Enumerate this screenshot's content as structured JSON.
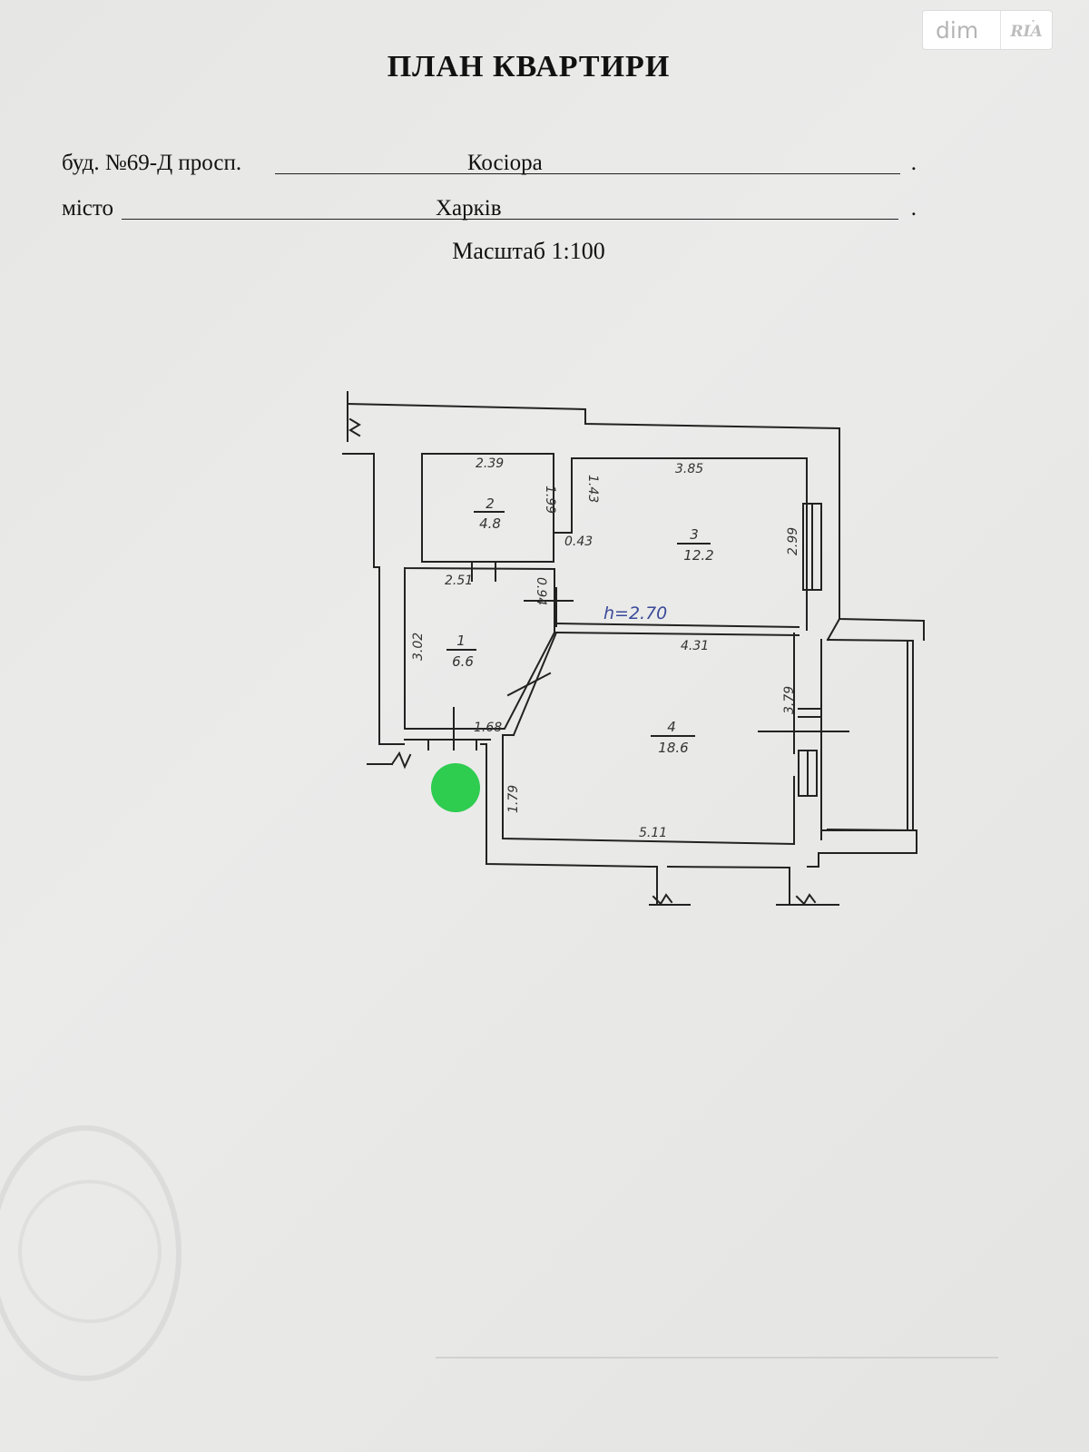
{
  "watermark": {
    "left": "dim",
    "right": "RIA"
  },
  "document": {
    "title": "ПЛАН КВАРТИРИ",
    "address_label": "буд. №69-Д просп.",
    "address_value": "Косіора",
    "city_label": "місто",
    "city_value": "Харків",
    "scale": "Масштаб 1:100",
    "trailing_dot": "."
  },
  "plan": {
    "rooms": [
      {
        "number": "1",
        "area": "6.6"
      },
      {
        "number": "2",
        "area": "4.8"
      },
      {
        "number": "3",
        "area": "12.2"
      },
      {
        "number": "4",
        "area": "18.6"
      }
    ],
    "dimensions": {
      "d_2_39": "2.39",
      "d_1_99": "1.99",
      "d_1_43": "1.43",
      "d_0_43": "0.43",
      "d_3_85": "3.85",
      "d_2_99": "2.99",
      "d_2_51": "2.51",
      "d_0_94": "0.94",
      "d_3_02": "3.02",
      "d_1_68": "1.68",
      "d_4_31": "4.31",
      "d_3_79": "3.79",
      "d_1_79": "1.79",
      "d_5_11": "5.11"
    },
    "ceiling_height": "h=2.70",
    "colors": {
      "ink": "#222222",
      "handwriting": "#333333",
      "ceiling_note": "#3a4a9a",
      "marker": "#2ecc4f"
    }
  }
}
